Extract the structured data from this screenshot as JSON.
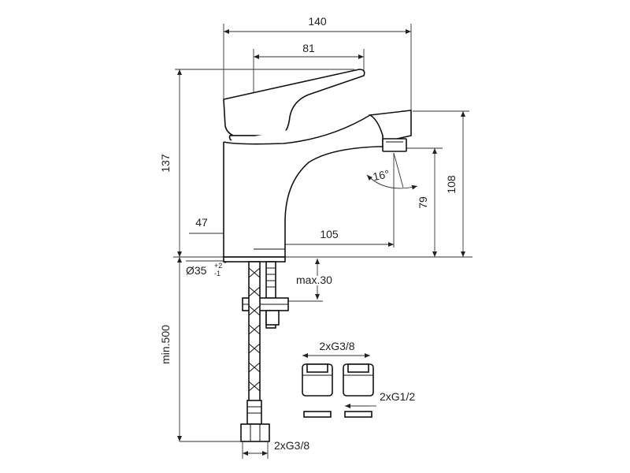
{
  "dimensions": {
    "total_width": "140",
    "lever_width": "81",
    "total_height": "137",
    "spout_height": "108",
    "outlet_height": "79",
    "spout_angle": "16°",
    "body_offset": "47",
    "spout_reach": "105",
    "hole_diameter": "Ø35",
    "hole_tol_plus": "+2",
    "hole_tol_minus": "-1",
    "max_deck": "max.30",
    "hose_length": "min.500",
    "hose_thread": "2xG3/8",
    "adapter_in": "2xG3/8",
    "adapter_out": "2xG1/2"
  }
}
